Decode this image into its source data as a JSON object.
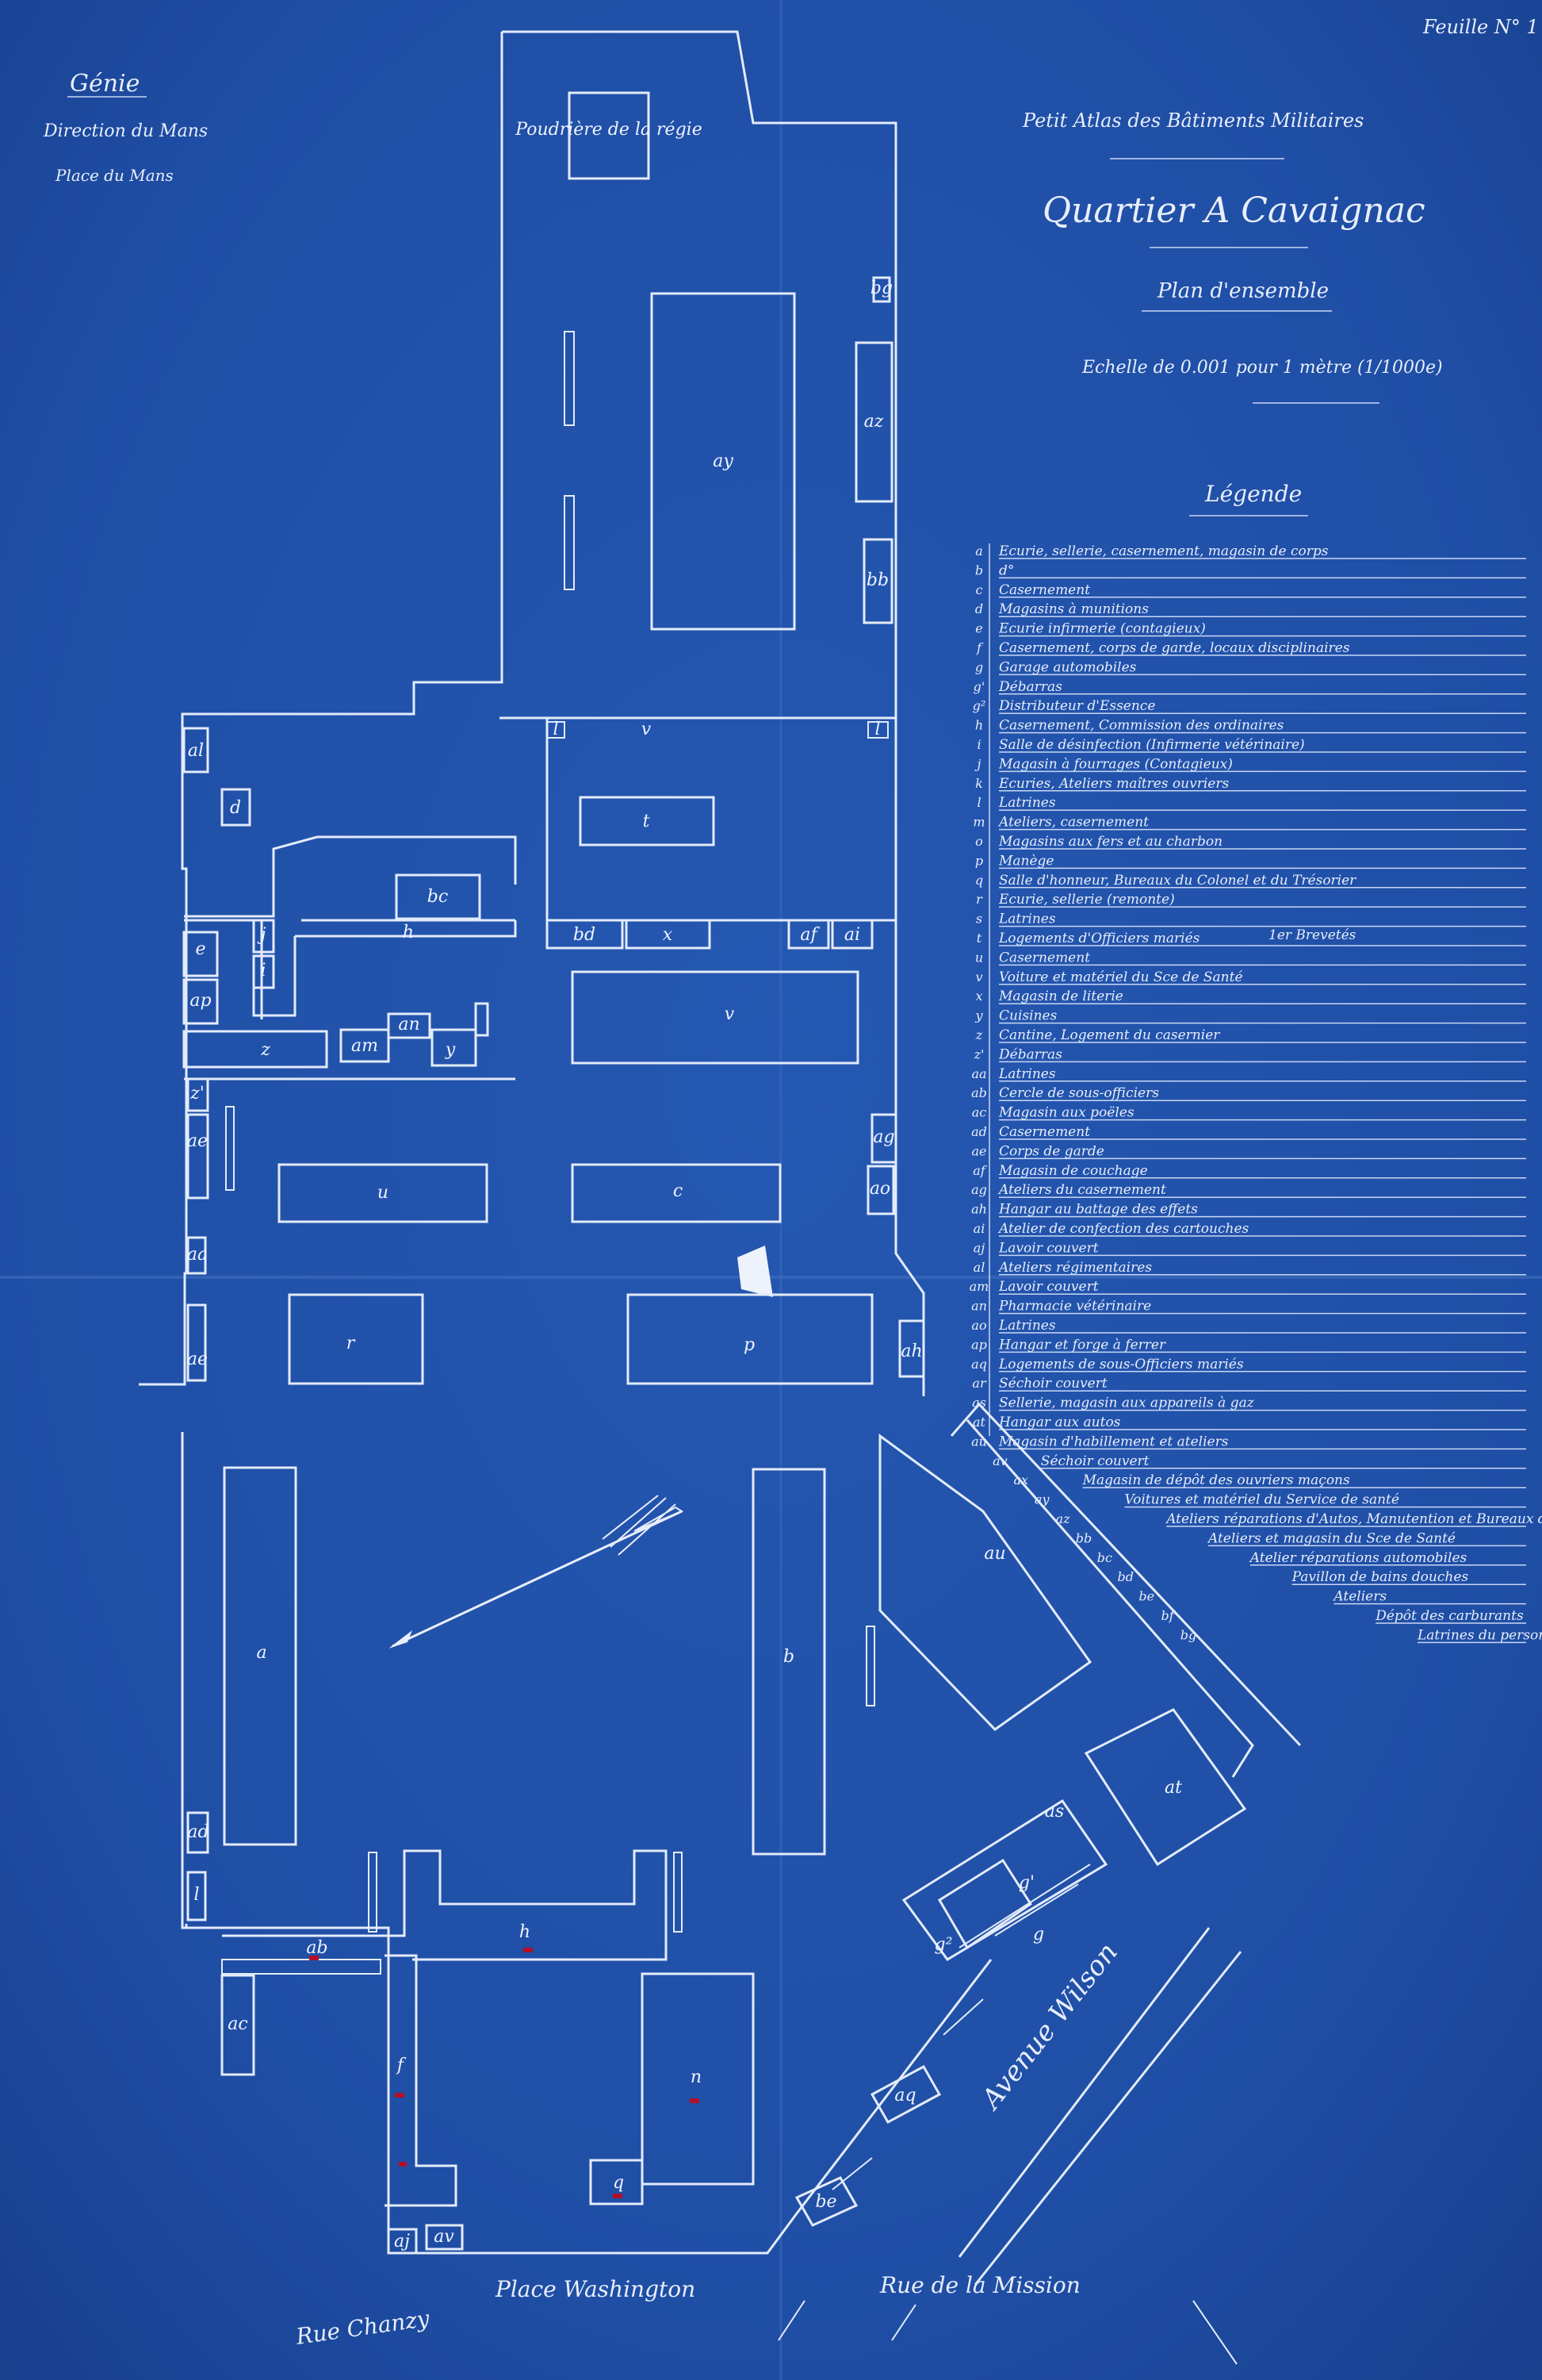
{
  "sheet": "Feuille N° 1",
  "header": {
    "service": "Génie",
    "direction": "Direction du Mans",
    "place": "Place du Mans"
  },
  "title": {
    "collection": "Petit Atlas des Bâtiments Militaires",
    "name": "Quartier A Cavaignac",
    "subtitle": "Plan d'ensemble",
    "scale": "Echelle de 0.001 pour 1 mètre (1/1000e)"
  },
  "legend": {
    "title": "Légende",
    "items": [
      {
        "code": "a",
        "text": "Ecurie, sellerie, casernement, magasin de corps"
      },
      {
        "code": "b",
        "text": "d°"
      },
      {
        "code": "c",
        "text": "Casernement"
      },
      {
        "code": "d",
        "text": "Magasins à munitions"
      },
      {
        "code": "e",
        "text": "Ecurie infirmerie (contagieux)"
      },
      {
        "code": "f",
        "text": "Casernement, corps de garde, locaux disciplinaires"
      },
      {
        "code": "g",
        "text": "Garage automobiles"
      },
      {
        "code": "g'",
        "text": "Débarras"
      },
      {
        "code": "g²",
        "text": "Distributeur d'Essence"
      },
      {
        "code": "h",
        "text": "Casernement, Commission des ordinaires"
      },
      {
        "code": "i",
        "text": "Salle de désinfection (Infirmerie vétérinaire)"
      },
      {
        "code": "j",
        "text": "Magasin à fourrages (Contagieux)"
      },
      {
        "code": "k",
        "text": "Ecuries, Ateliers maîtres ouvriers"
      },
      {
        "code": "l",
        "text": "Latrines"
      },
      {
        "code": "m",
        "text": "Ateliers, casernement"
      },
      {
        "code": "o",
        "text": "Magasins aux fers et au charbon"
      },
      {
        "code": "p",
        "text": "Manège"
      },
      {
        "code": "q",
        "text": "Salle d'honneur, Bureaux du Colonel et du Trésorier"
      },
      {
        "code": "r",
        "text": "Ecurie, sellerie (remonte)"
      },
      {
        "code": "s",
        "text": "Latrines"
      },
      {
        "code": "t",
        "text": "Logements d'Officiers mariés",
        "note": "1er Brevetés"
      },
      {
        "code": "u",
        "text": "Casernement"
      },
      {
        "code": "v",
        "text": "Voiture et matériel du Sce de Santé"
      },
      {
        "code": "x",
        "text": "Magasin de literie"
      },
      {
        "code": "y",
        "text": "Cuisines"
      },
      {
        "code": "z",
        "text": "Cantine, Logement du casernier"
      },
      {
        "code": "z'",
        "text": "Débarras"
      },
      {
        "code": "aa",
        "text": "Latrines"
      },
      {
        "code": "ab",
        "text": "Cercle de sous-officiers"
      },
      {
        "code": "ac",
        "text": "Magasin aux poëles"
      },
      {
        "code": "ad",
        "text": "Casernement"
      },
      {
        "code": "ae",
        "text": "Corps de garde"
      },
      {
        "code": "af",
        "text": "Magasin de couchage"
      },
      {
        "code": "ag",
        "text": "Ateliers du casernement"
      },
      {
        "code": "ah",
        "text": "Hangar au battage des effets"
      },
      {
        "code": "ai",
        "text": "Atelier de confection des cartouches"
      },
      {
        "code": "aj",
        "text": "Lavoir couvert"
      },
      {
        "code": "al",
        "text": "Ateliers régimentaires"
      },
      {
        "code": "am",
        "text": "Lavoir couvert"
      },
      {
        "code": "an",
        "text": "Pharmacie vétérinaire"
      },
      {
        "code": "ao",
        "text": "Latrines"
      },
      {
        "code": "ap",
        "text": "Hangar et forge à ferrer"
      },
      {
        "code": "aq",
        "text": "Logements de sous-Officiers mariés"
      },
      {
        "code": "ar",
        "text": "Séchoir couvert"
      },
      {
        "code": "as",
        "text": "Sellerie, magasin aux appareils à gaz"
      },
      {
        "code": "at",
        "text": "Hangar aux autos"
      },
      {
        "code": "au",
        "text": "Magasin d'habillement et ateliers"
      },
      {
        "code": "av",
        "text": "Séchoir couvert"
      },
      {
        "code": "ax",
        "text": "Magasin de dépôt des ouvriers maçons"
      },
      {
        "code": "ay",
        "text": "Voitures et matériel du Service de santé"
      },
      {
        "code": "az",
        "text": "Ateliers réparations d'Autos, Manutention et Bureaux du Sce de Santé"
      },
      {
        "code": "bb",
        "text": "Ateliers et magasin du Sce de Santé"
      },
      {
        "code": "bc",
        "text": "Atelier réparations automobiles"
      },
      {
        "code": "bd",
        "text": "Pavillon de bains douches"
      },
      {
        "code": "be",
        "text": "Ateliers"
      },
      {
        "code": "bf",
        "text": "Dépôt des carburants"
      },
      {
        "code": "bg",
        "text": "Latrines du personnel du Matériel du Service de Santé"
      }
    ]
  },
  "streets": {
    "avenue": "Avenue Wilson",
    "rue_mission": "Rue de la Mission",
    "place": "Place Washington",
    "rue_chanzy": "Rue Chanzy"
  },
  "plan_labels": {
    "poudriere": "Poudrière de la régie",
    "ay": "ay",
    "az": "az",
    "bb": "bb",
    "bg": "bg",
    "al": "al",
    "d": "d",
    "l": "l",
    "v_small": "v",
    "l2": "l",
    "t": "t",
    "bc": "bc",
    "e": "e",
    "j": "j",
    "i": "i",
    "h_top": "h",
    "bd": "bd",
    "x": "x",
    "af": "af",
    "ai": "ai",
    "ap": "ap",
    "an": "an",
    "am": "am",
    "y": "y",
    "z": "z",
    "v": "v",
    "z2": "z'",
    "ae_top": "ae",
    "ag": "ag",
    "ao": "ao",
    "u": "u",
    "c": "c",
    "aa": "aa",
    "ae": "ae",
    "r": "r",
    "p": "p",
    "ah": "ah",
    "au": "au",
    "a": "a",
    "b": "b",
    "at": "at",
    "as": "as",
    "g1": "g'",
    "g2": "g²",
    "g": "g",
    "ad": "ad",
    "l3": "l",
    "ab": "ab",
    "h": "h",
    "ac": "ac",
    "f": "f",
    "n": "n",
    "q": "q",
    "aq": "aq",
    "be": "be",
    "aj": "aj",
    "av": "av"
  }
}
